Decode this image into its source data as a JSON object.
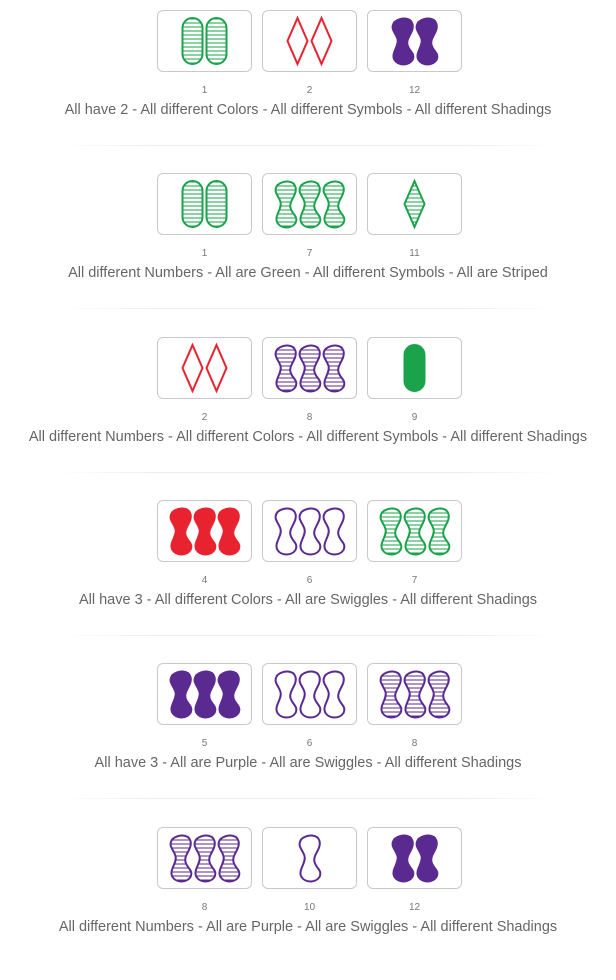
{
  "colors": {
    "red": "#e8232f",
    "green": "#1aa34a",
    "purple": "#5b2a91"
  },
  "sets": [
    {
      "cards": [
        {
          "number": "1",
          "count": 2,
          "color": "green",
          "symbol": "oval",
          "shading": "striped"
        },
        {
          "number": "2",
          "count": 2,
          "color": "red",
          "symbol": "diamond",
          "shading": "open"
        },
        {
          "number": "12",
          "count": 2,
          "color": "purple",
          "symbol": "squiggle",
          "shading": "solid"
        }
      ],
      "caption": "All have 2 - All different Colors - All different Symbols - All different Shadings"
    },
    {
      "cards": [
        {
          "number": "1",
          "count": 2,
          "color": "green",
          "symbol": "oval",
          "shading": "striped"
        },
        {
          "number": "7",
          "count": 3,
          "color": "green",
          "symbol": "squiggle",
          "shading": "striped"
        },
        {
          "number": "11",
          "count": 1,
          "color": "green",
          "symbol": "diamond",
          "shading": "striped"
        }
      ],
      "caption": "All different Numbers - All are Green - All different Symbols - All are Striped"
    },
    {
      "cards": [
        {
          "number": "2",
          "count": 2,
          "color": "red",
          "symbol": "diamond",
          "shading": "open"
        },
        {
          "number": "8",
          "count": 3,
          "color": "purple",
          "symbol": "squiggle",
          "shading": "striped"
        },
        {
          "number": "9",
          "count": 1,
          "color": "green",
          "symbol": "oval",
          "shading": "solid"
        }
      ],
      "caption": "All different Numbers - All different Colors - All different Symbols - All different Shadings"
    },
    {
      "cards": [
        {
          "number": "4",
          "count": 3,
          "color": "red",
          "symbol": "squiggle",
          "shading": "solid"
        },
        {
          "number": "6",
          "count": 3,
          "color": "purple",
          "symbol": "squiggle",
          "shading": "open"
        },
        {
          "number": "7",
          "count": 3,
          "color": "green",
          "symbol": "squiggle",
          "shading": "striped"
        }
      ],
      "caption": "All have 3 - All different Colors - All are Swiggles - All different Shadings"
    },
    {
      "cards": [
        {
          "number": "5",
          "count": 3,
          "color": "purple",
          "symbol": "squiggle",
          "shading": "solid"
        },
        {
          "number": "6",
          "count": 3,
          "color": "purple",
          "symbol": "squiggle",
          "shading": "open"
        },
        {
          "number": "8",
          "count": 3,
          "color": "purple",
          "symbol": "squiggle",
          "shading": "striped"
        }
      ],
      "caption": "All have 3 - All are Purple - All are Swiggles - All different Shadings"
    },
    {
      "cards": [
        {
          "number": "8",
          "count": 3,
          "color": "purple",
          "symbol": "squiggle",
          "shading": "striped"
        },
        {
          "number": "10",
          "count": 1,
          "color": "purple",
          "symbol": "squiggle",
          "shading": "open"
        },
        {
          "number": "12",
          "count": 2,
          "color": "purple",
          "symbol": "squiggle",
          "shading": "solid"
        }
      ],
      "caption": "All different Numbers - All are Purple - All are Swiggles - All different Shadings"
    }
  ]
}
